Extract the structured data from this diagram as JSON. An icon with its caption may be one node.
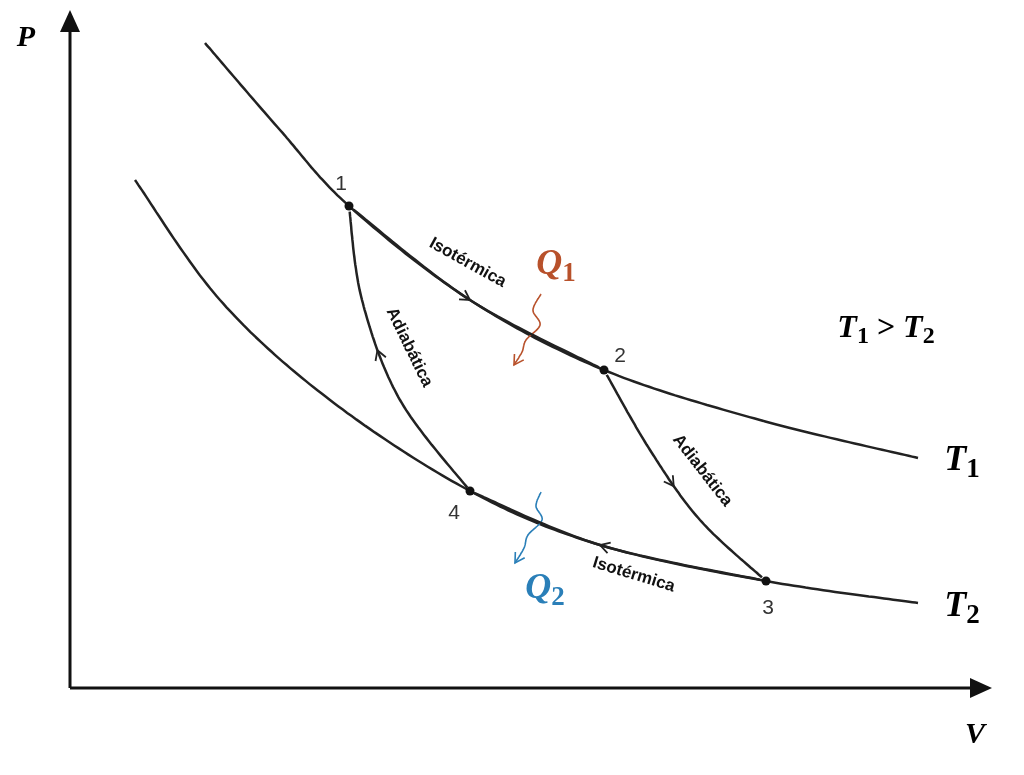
{
  "diagram": {
    "nodes": [
      {
        "text": [],
        "shape": "circle",
        "beside": [
          "1"
        ]
      },
      {
        "text": [],
        "shape": "circle",
        "beside": [
          "2"
        ]
      },
      {
        "text": [],
        "shape": "circle",
        "beside": [
          "3"
        ]
      },
      {
        "text": [],
        "shape": "circle",
        "beside": [
          "4"
        ]
      }
    ],
    "edges": [
      {
        "from": 0,
        "to": 1,
        "arrow": "to",
        "label": "Isotérmica"
      },
      {
        "from": 1,
        "to": 2,
        "arrow": "to",
        "label": "Adiabática"
      },
      {
        "from": 2,
        "to": 3,
        "arrow": "to",
        "label": "Isotérmica"
      },
      {
        "from": 3,
        "to": 0,
        "arrow": "to",
        "label": "Adiabática"
      }
    ],
    "labels": [
      "*P*",
      "*V*",
      "*Q*$_{1}$",
      "*T*$_{1}$ > *T*$_{2}$",
      "*T*$_{1}$",
      "*Q*$_{2}$",
      "*T*$_{2}$"
    ]
  }
}
